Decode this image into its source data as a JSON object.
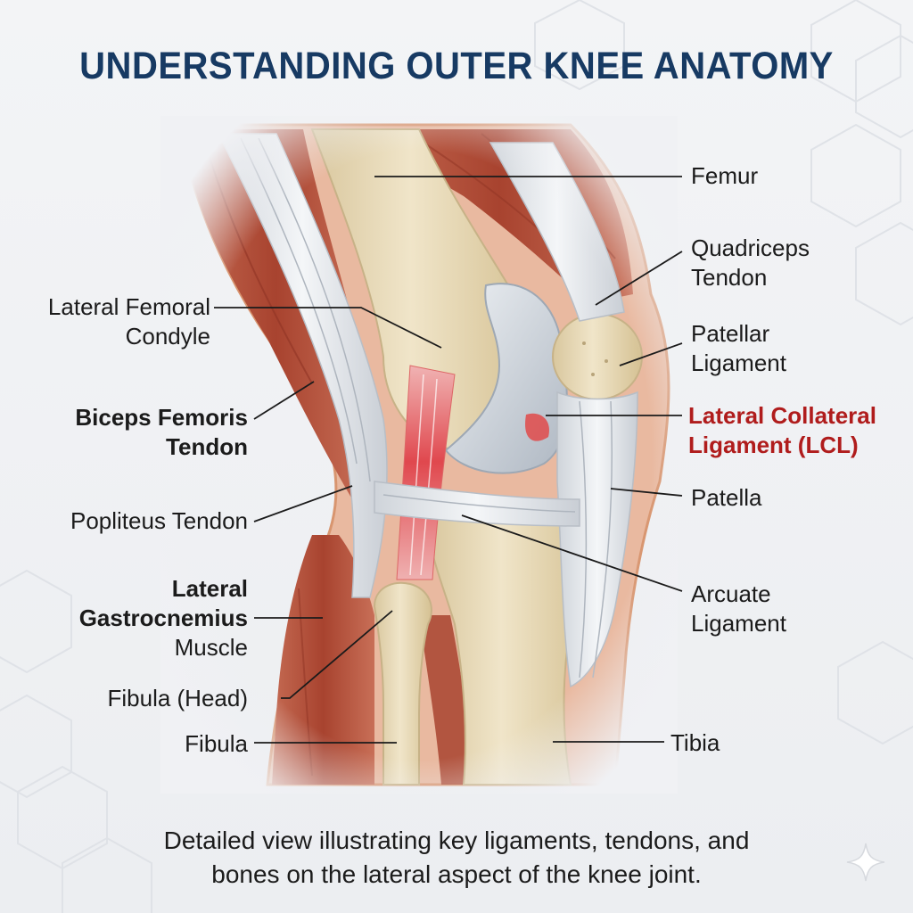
{
  "title": "UNDERSTANDING OUTER KNEE ANATOMY",
  "caption": "Detailed view illustrating key ligaments, tendons, and\nbones on the lateral aspect of the knee joint.",
  "colors": {
    "title": "#173a63",
    "highlight": "#b01c1c",
    "muscle": "#b5523d",
    "bone": "#e6d7b4",
    "ligament": "#e8ebef",
    "cartilage": "#c9d0d8"
  },
  "labels": {
    "femur": "Femur",
    "quadriceps_tendon": "Quadriceps\nTendon",
    "patellar_ligament": "Patellar\nLigament",
    "lcl": "Lateral Collateral\nLigament (LCL)",
    "patella": "Patella",
    "arcuate_ligament": "Arcuate\nLigament",
    "tibia": "Tibia",
    "lateral_femoral_condyle": "Lateral Femoral\nCondyle",
    "biceps_femoris_tendon": "Biceps Femoris\nTendon",
    "popliteus_tendon": "Popliteus Tendon",
    "lateral_gastrocnemius_bold": "Lateral\nGastrocnemius",
    "lateral_gastrocnemius_muscle": "Muscle",
    "fibula_head": "Fibula (Head)",
    "fibula": "Fibula"
  },
  "icons": [
    "sparkle-icon"
  ]
}
